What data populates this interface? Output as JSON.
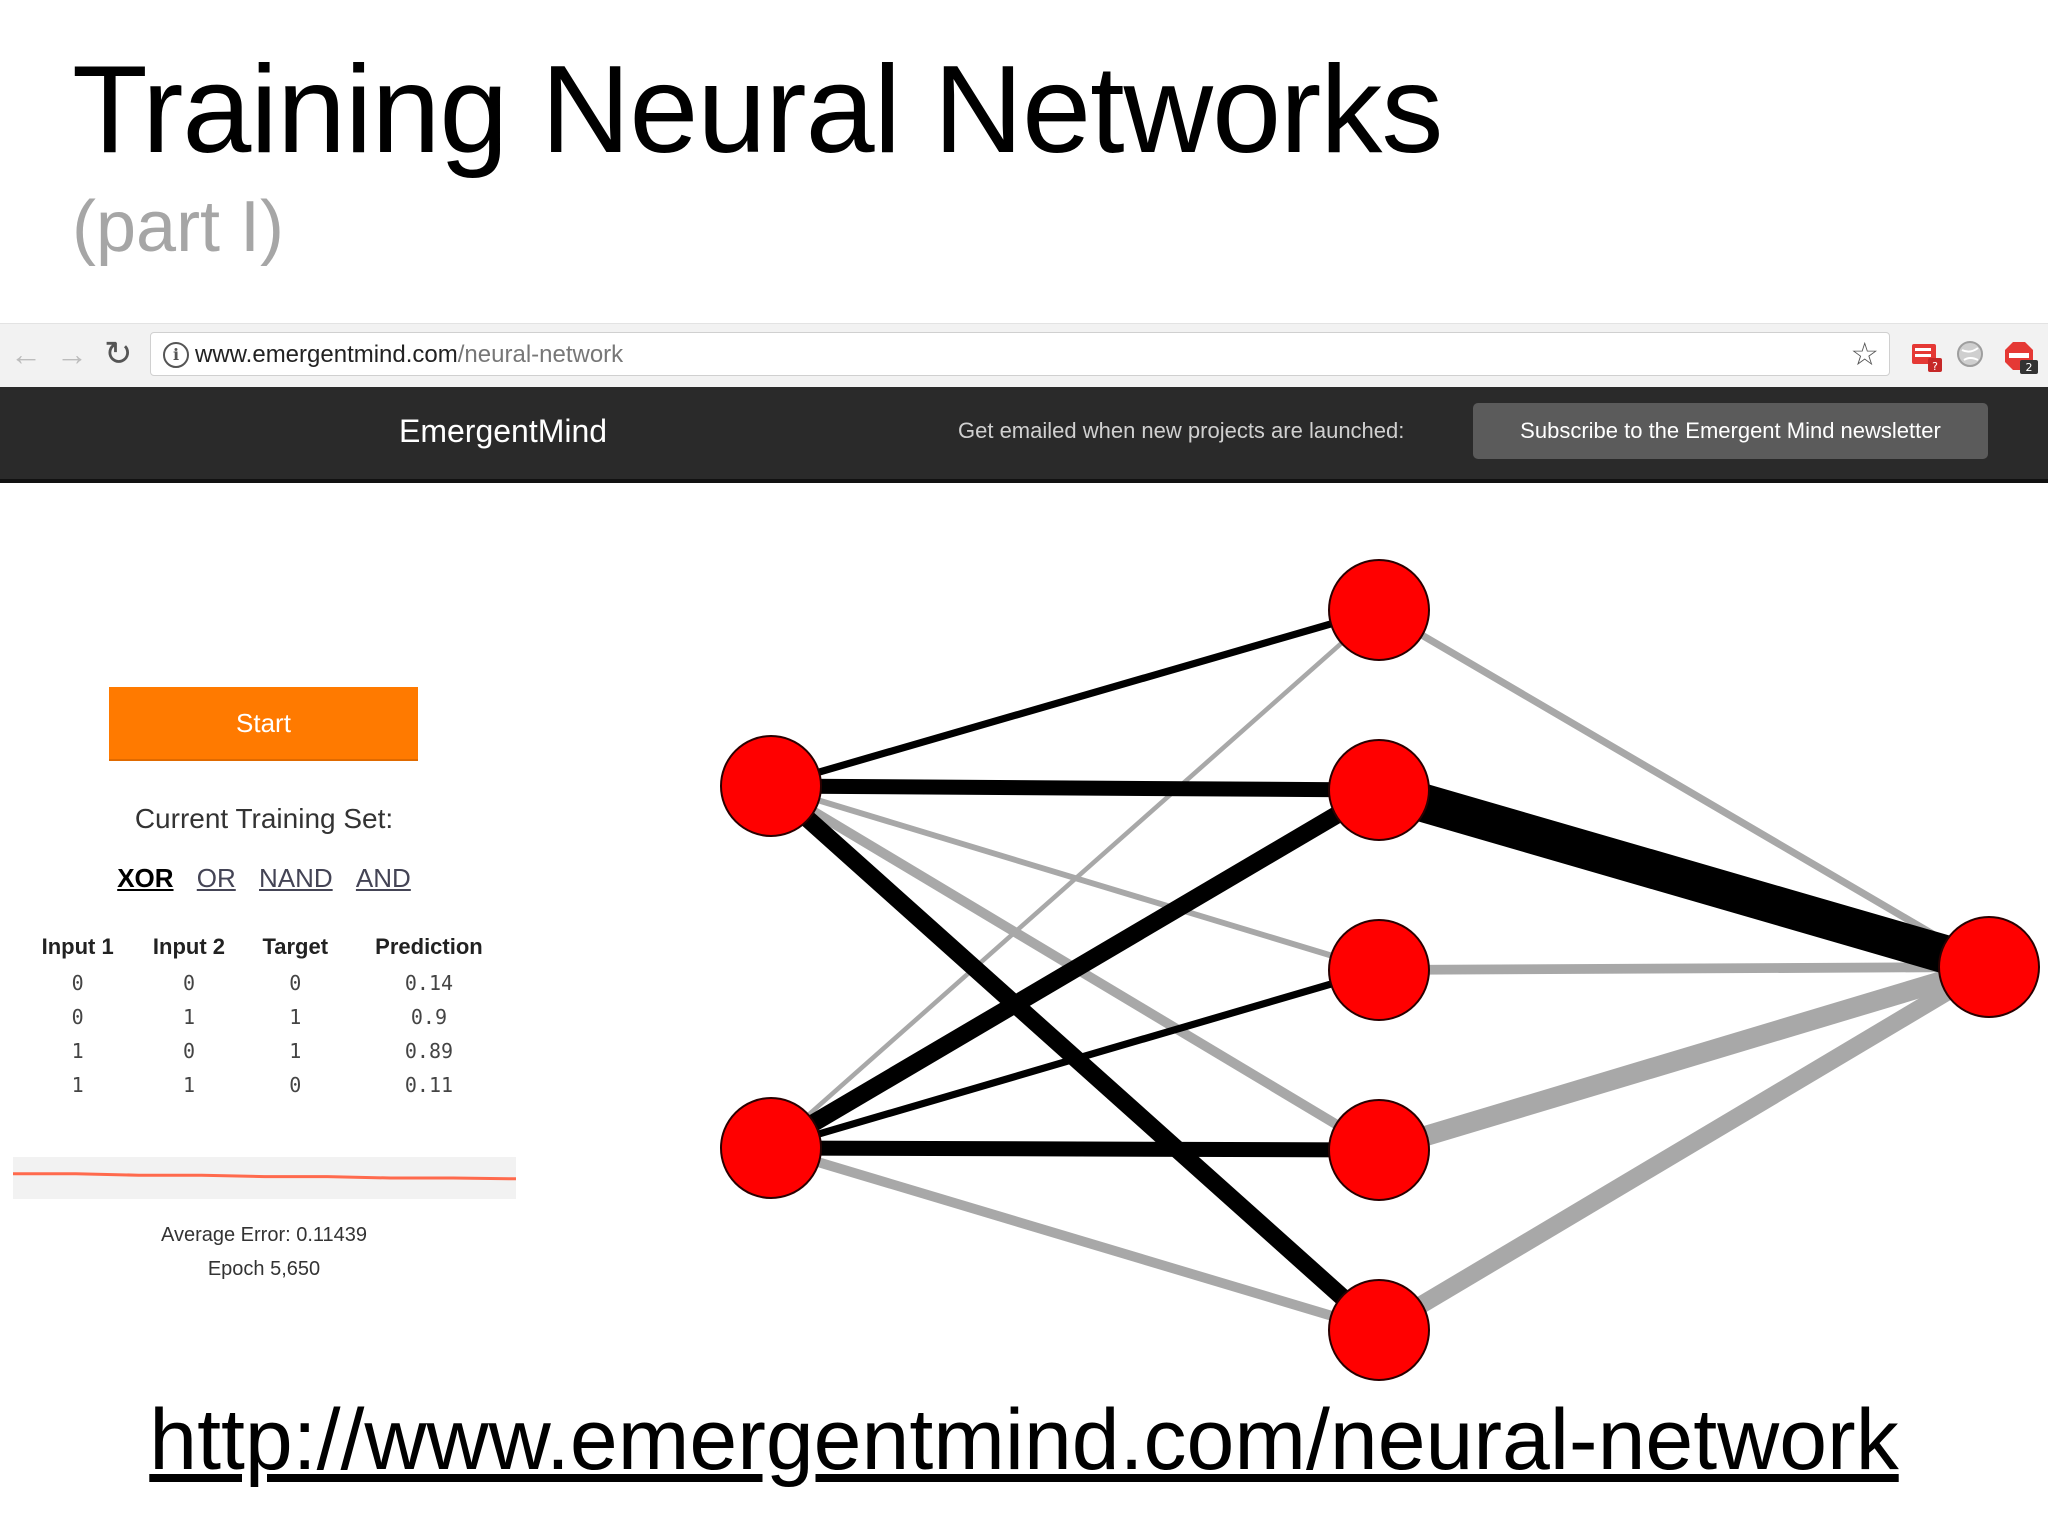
{
  "slide": {
    "title": "Training Neural Networks",
    "subtitle": "(part I)",
    "footer_url": "http://www.emergentmind.com/neural-network"
  },
  "browser": {
    "back_glyph": "←",
    "forward_glyph": "→",
    "reload_glyph": "↻",
    "info_glyph": "i",
    "url_host": "www.emergentmind.com",
    "url_path": "/neural-network",
    "star_glyph": "☆",
    "extension_icons": [
      "todo-extension-icon",
      "globe-extension-icon",
      "adblock-extension-icon"
    ]
  },
  "site_nav": {
    "brand": "EmergentMind",
    "prompt": "Get emailed when new projects are launched:",
    "subscribe_label": "Subscribe to the Emergent Mind newsletter"
  },
  "panel": {
    "start_label": "Start",
    "training_set_label": "Current Training Set:",
    "sets": [
      "XOR",
      "OR",
      "NAND",
      "AND"
    ],
    "active_set": "XOR",
    "table": {
      "headers": [
        "Input 1",
        "Input 2",
        "Target",
        "Prediction"
      ],
      "rows": [
        [
          "0",
          "0",
          "0",
          "0.14"
        ],
        [
          "0",
          "1",
          "1",
          "0.9"
        ],
        [
          "1",
          "0",
          "1",
          "0.89"
        ],
        [
          "1",
          "1",
          "0",
          "0.11"
        ]
      ]
    },
    "average_error": "Average Error: 0.11439",
    "epoch": "Epoch 5,650"
  },
  "colors": {
    "accent_orange": "#ff7a00",
    "node_red": "#ff0000",
    "positive_weight": "#000000",
    "negative_weight": "#a8a8a8",
    "error_line": "#ff6a4d"
  },
  "network": {
    "layers": [
      2,
      5,
      1
    ],
    "connections_input_hidden": [
      {
        "from": 0,
        "to": 0,
        "polarity": "positive",
        "strength": 2
      },
      {
        "from": 0,
        "to": 1,
        "polarity": "positive",
        "strength": 5
      },
      {
        "from": 0,
        "to": 2,
        "polarity": "negative",
        "strength": 1.5
      },
      {
        "from": 0,
        "to": 3,
        "polarity": "negative",
        "strength": 3
      },
      {
        "from": 0,
        "to": 4,
        "polarity": "positive",
        "strength": 6
      },
      {
        "from": 1,
        "to": 0,
        "polarity": "negative",
        "strength": 1
      },
      {
        "from": 1,
        "to": 1,
        "polarity": "positive",
        "strength": 6
      },
      {
        "from": 1,
        "to": 2,
        "polarity": "positive",
        "strength": 2
      },
      {
        "from": 1,
        "to": 3,
        "polarity": "positive",
        "strength": 5
      },
      {
        "from": 1,
        "to": 4,
        "polarity": "negative",
        "strength": 3
      }
    ],
    "connections_hidden_output": [
      {
        "from": 0,
        "polarity": "negative",
        "strength": 2
      },
      {
        "from": 1,
        "polarity": "positive",
        "strength": 14
      },
      {
        "from": 2,
        "polarity": "negative",
        "strength": 3
      },
      {
        "from": 3,
        "polarity": "negative",
        "strength": 7
      },
      {
        "from": 4,
        "polarity": "negative",
        "strength": 6
      }
    ]
  },
  "error_history": [
    0.118,
    0.118,
    0.117,
    0.117,
    0.116,
    0.116,
    0.115,
    0.115,
    0.1144
  ]
}
